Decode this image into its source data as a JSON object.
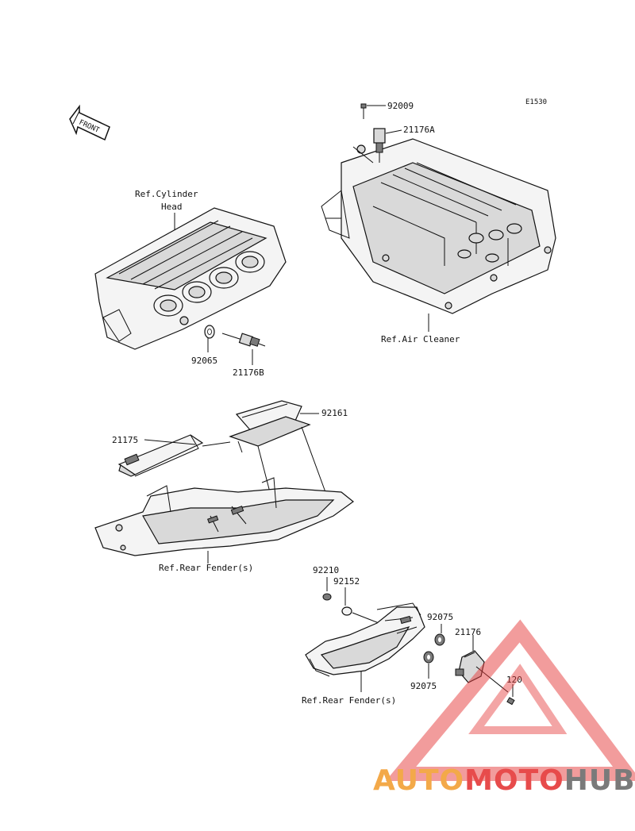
{
  "diagram_code": "E1530",
  "front_label": "FRONT",
  "labels": {
    "p92009": "92009",
    "p21176A": "21176A",
    "ref_cylinder_head_1": "Ref.Cylinder",
    "ref_cylinder_head_2": "Head",
    "ref_air_cleaner": "Ref.Air Cleaner",
    "p92065": "92065",
    "p21176B": "21176B",
    "p92161": "92161",
    "p21175": "21175",
    "ref_rear_fender_1": "Ref.Rear Fender(s)",
    "p92210": "92210",
    "p92152": "92152",
    "p92075_a": "92075",
    "p21176": "21176",
    "p92075_b": "92075",
    "p120": "120",
    "ref_rear_fender_2": "Ref.Rear Fender(s)"
  },
  "watermark": {
    "part1": "AUTO",
    "part2": "MOTO",
    "part3": "HUB",
    "colors": {
      "orange": "#f2a23a",
      "red": "#e63c3c",
      "gray": "#6f6f6f"
    }
  }
}
